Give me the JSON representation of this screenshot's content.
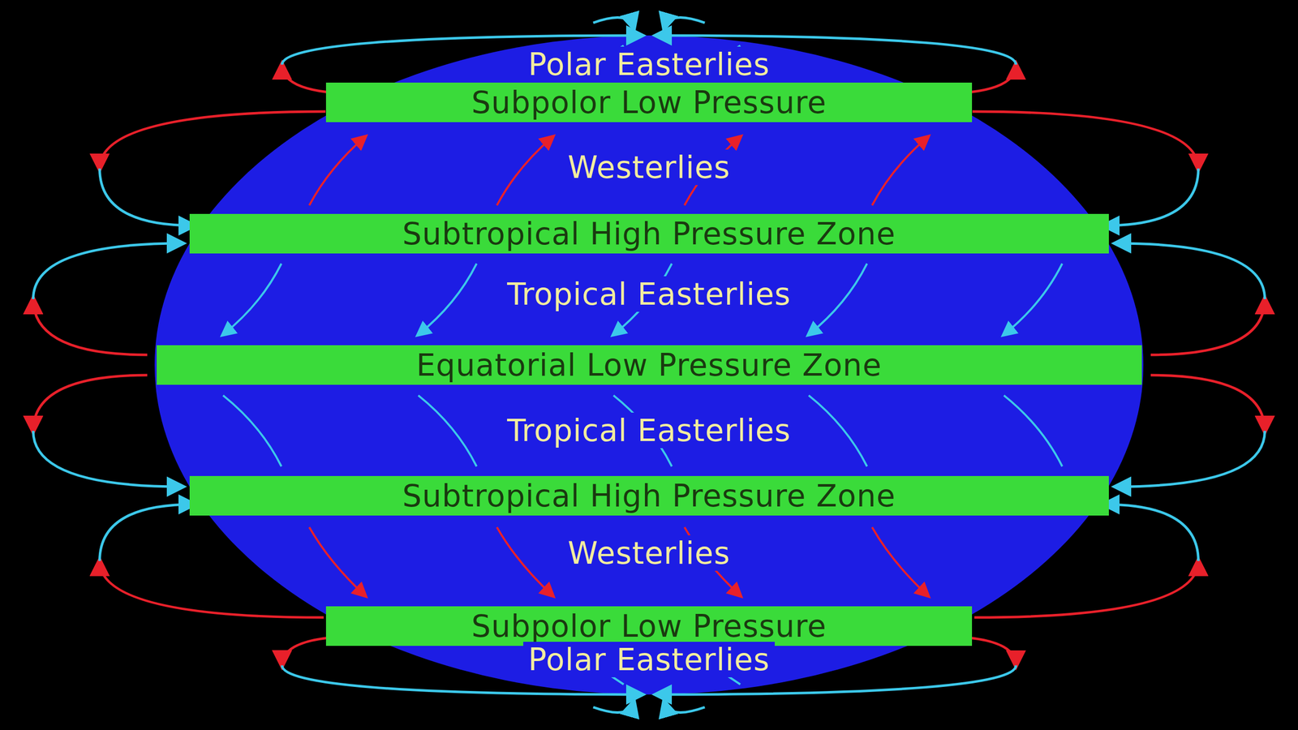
{
  "diagram": {
    "nodes": [
      {
        "text": [
          "Subpolor Low Pressure"
        ]
      },
      {
        "text": [
          "Subtropical High Pressure Zone"
        ]
      },
      {
        "text": [
          "Equatorial Low Pressure Zone"
        ]
      },
      {
        "text": [
          "Subtropical High Pressure Zone"
        ]
      },
      {
        "text": [
          "Subpolor Low Pressure"
        ]
      }
    ],
    "labels": [
      "Polar Easterlies",
      "Westerlies",
      "Tropical Easterlies",
      "Tropical Easterlies",
      "Westerlies",
      "Polar Easterlies"
    ]
  }
}
